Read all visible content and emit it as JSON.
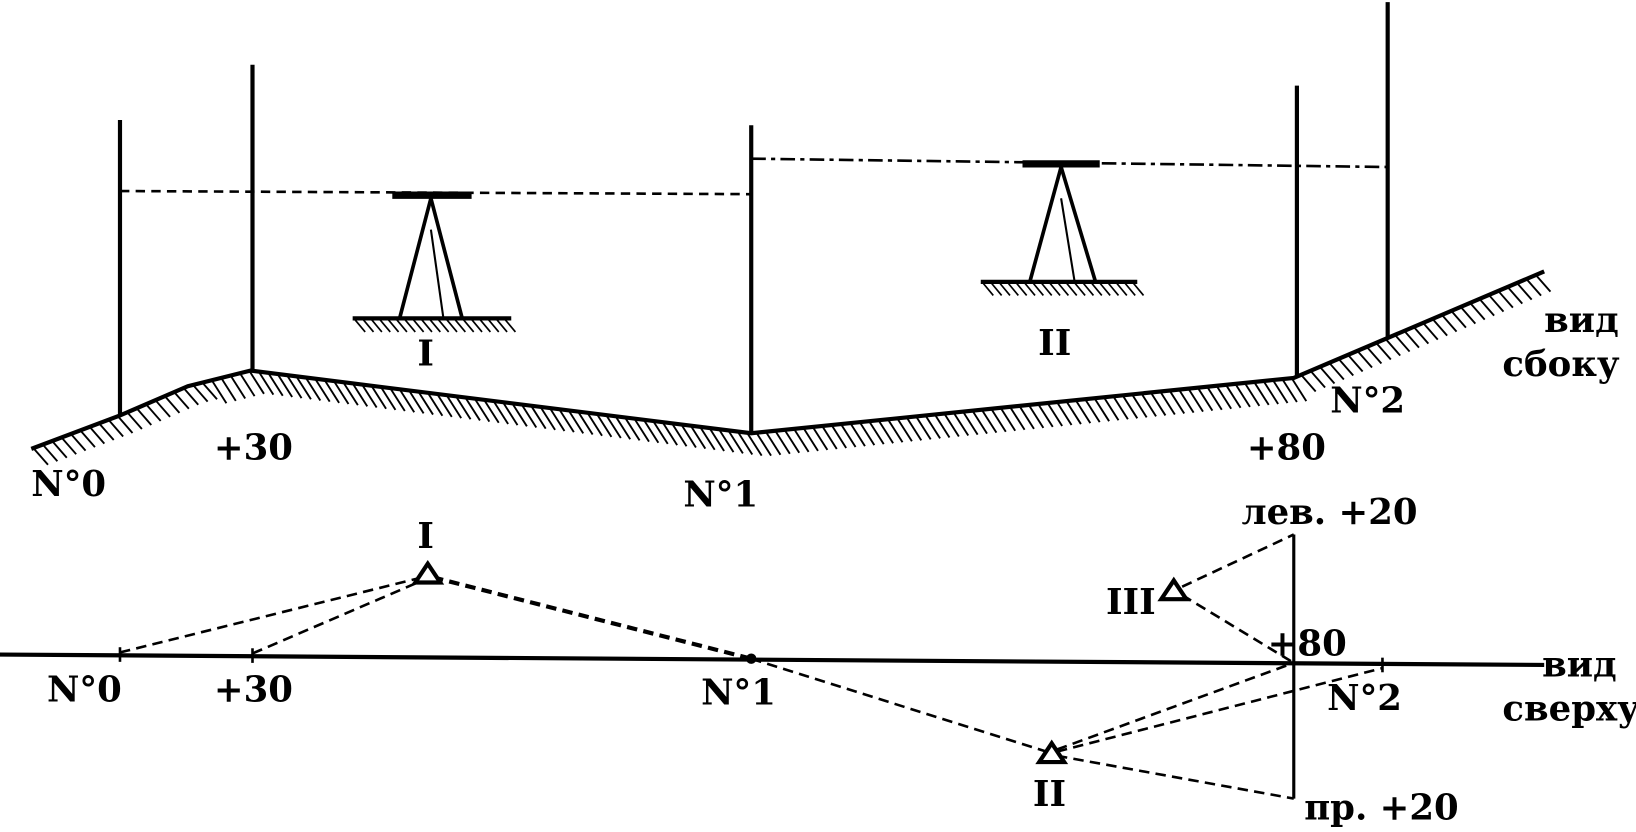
{
  "side_view": {
    "stations": [
      "N°0",
      "+30",
      "N°1",
      "+80",
      "N°2"
    ],
    "instruments": [
      "I",
      "II"
    ],
    "caption": [
      "вид",
      "сбоку"
    ]
  },
  "top_view": {
    "stations": [
      "N°0",
      "+30",
      "N°1",
      "+80",
      "N°2"
    ],
    "instruments": [
      "I",
      "II",
      "III"
    ],
    "left_offset": "лев. +20",
    "right_offset": "пр. +20",
    "caption": [
      "вид",
      "сверху"
    ]
  }
}
